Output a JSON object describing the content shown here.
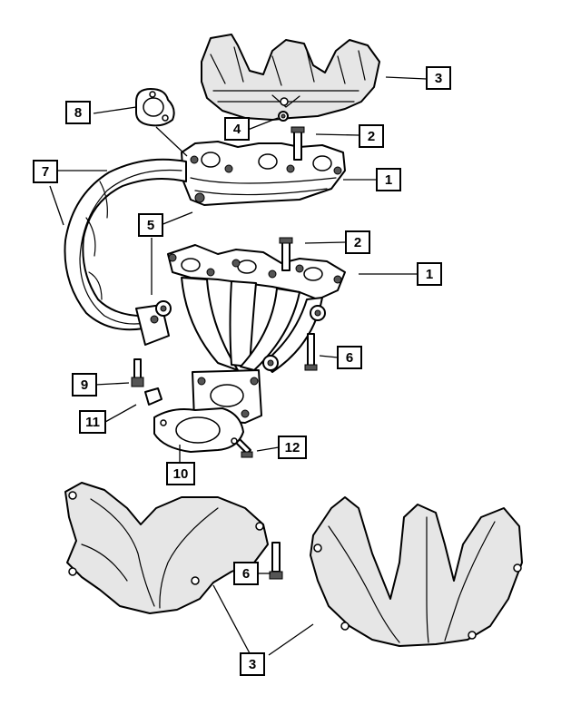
{
  "callouts": [
    {
      "id": "c3-top",
      "label": "3"
    },
    {
      "id": "c8",
      "label": "8"
    },
    {
      "id": "c4",
      "label": "4"
    },
    {
      "id": "c2-top",
      "label": "2"
    },
    {
      "id": "c7",
      "label": "7"
    },
    {
      "id": "c1-top",
      "label": "1"
    },
    {
      "id": "c5",
      "label": "5"
    },
    {
      "id": "c2-mid",
      "label": "2"
    },
    {
      "id": "c1-mid",
      "label": "1"
    },
    {
      "id": "c6-mid",
      "label": "6"
    },
    {
      "id": "c9",
      "label": "9"
    },
    {
      "id": "c11",
      "label": "11"
    },
    {
      "id": "c12",
      "label": "12"
    },
    {
      "id": "c10",
      "label": "10"
    },
    {
      "id": "c6-bot",
      "label": "6"
    },
    {
      "id": "c3-bot",
      "label": "3"
    }
  ]
}
